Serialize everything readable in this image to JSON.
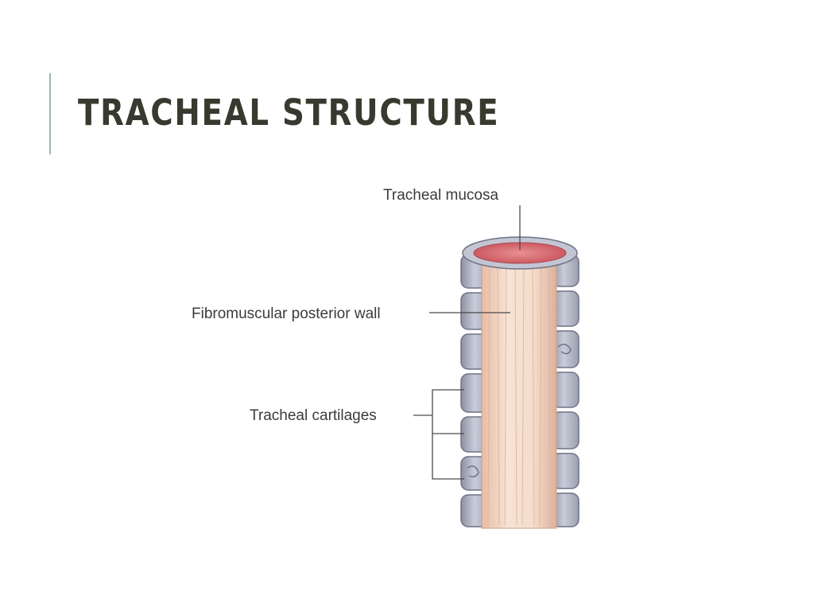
{
  "slide": {
    "title": "TRACHEAL STRUCTURE"
  },
  "diagram": {
    "labels": {
      "mucosa": "Tracheal mucosa",
      "posterior_wall": "Fibromuscular posterior wall",
      "cartilages": "Tracheal cartilages"
    }
  },
  "colors": {
    "title": "#373a2e",
    "accent": "#9ab8b4",
    "cartilage": "#b9bcc9",
    "muscle": "#f2d9c7",
    "mucosa": "#d9737a"
  }
}
